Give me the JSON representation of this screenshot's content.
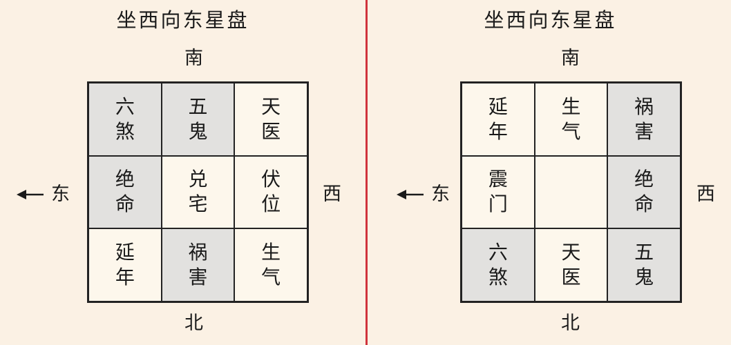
{
  "divider_color": "#d0333c",
  "shade_color": "#e2e1df",
  "panels": [
    {
      "title": "坐西向东星盘",
      "south": "南",
      "north": "北",
      "east": "东",
      "west": "西",
      "cells": [
        {
          "l1": "六",
          "l2": "煞",
          "shaded": true
        },
        {
          "l1": "五",
          "l2": "鬼",
          "shaded": true
        },
        {
          "l1": "天",
          "l2": "医",
          "shaded": false
        },
        {
          "l1": "绝",
          "l2": "命",
          "shaded": true
        },
        {
          "l1": "兑",
          "l2": "宅",
          "shaded": false
        },
        {
          "l1": "伏",
          "l2": "位",
          "shaded": false
        },
        {
          "l1": "延",
          "l2": "年",
          "shaded": false
        },
        {
          "l1": "祸",
          "l2": "害",
          "shaded": true
        },
        {
          "l1": "生",
          "l2": "气",
          "shaded": false
        }
      ]
    },
    {
      "title": "坐西向东星盘",
      "south": "南",
      "north": "北",
      "east": "东",
      "west": "西",
      "cells": [
        {
          "l1": "延",
          "l2": "年",
          "shaded": false
        },
        {
          "l1": "生",
          "l2": "气",
          "shaded": false
        },
        {
          "l1": "祸",
          "l2": "害",
          "shaded": true
        },
        {
          "l1": "震",
          "l2": "门",
          "shaded": false
        },
        {
          "l1": "",
          "l2": "",
          "shaded": false
        },
        {
          "l1": "绝",
          "l2": "命",
          "shaded": true
        },
        {
          "l1": "六",
          "l2": "煞",
          "shaded": true
        },
        {
          "l1": "天",
          "l2": "医",
          "shaded": false
        },
        {
          "l1": "五",
          "l2": "鬼",
          "shaded": true
        }
      ]
    }
  ]
}
